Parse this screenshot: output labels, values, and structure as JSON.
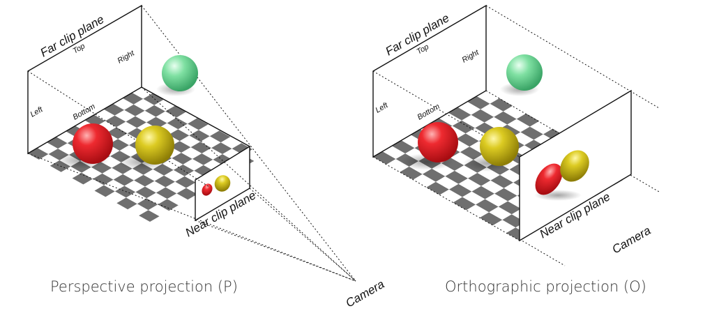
{
  "colors": {
    "red": "#e0202a",
    "yellow": "#d6c21a",
    "green": "#5fd08a",
    "checker_dark": "#6f6f6f",
    "checker_light": "#ffffff"
  },
  "perspective": {
    "far_plane_label": "Far clip plane",
    "top_label": "Top",
    "right_label": "Right",
    "left_label": "Left",
    "bottom_label": "Bottom",
    "near_plane_label": "Near clip plane",
    "camera_label": "Camera",
    "caption": "Perspective projection (P)"
  },
  "orthographic": {
    "far_plane_label": "Far clip plane",
    "top_label": "Top",
    "right_label": "Right",
    "left_label": "Left",
    "bottom_label": "Bottom",
    "near_plane_label": "Near clip plane",
    "camera_label": "Camera",
    "caption": "Orthographic projection (O)"
  }
}
